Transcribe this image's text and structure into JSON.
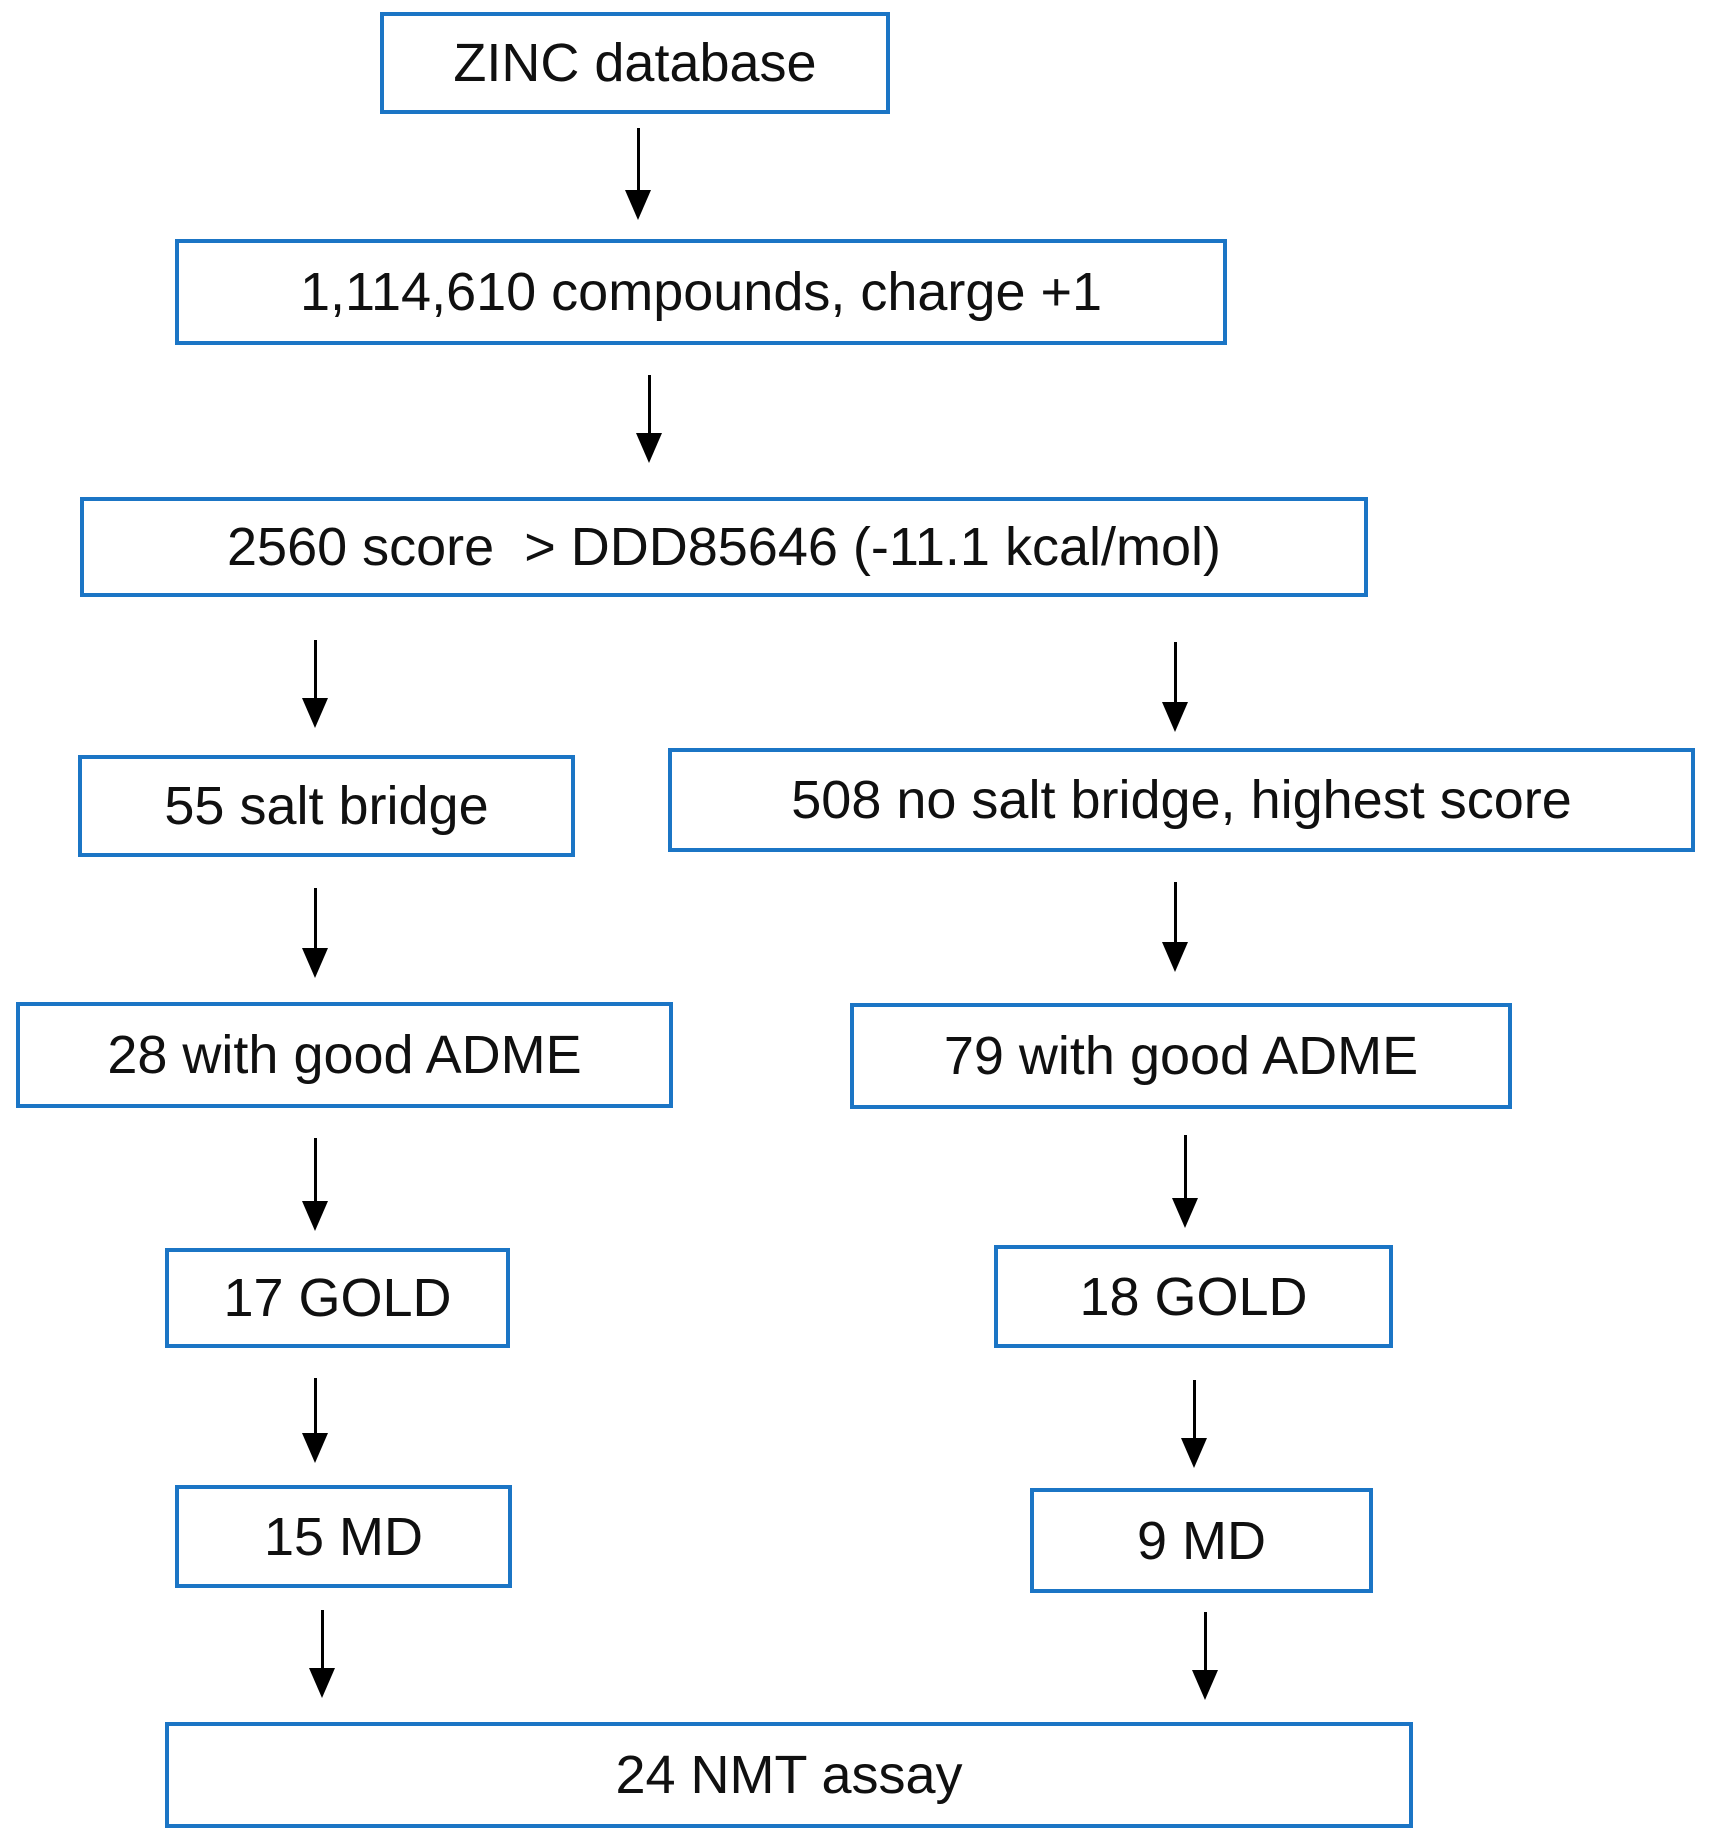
{
  "diagram": {
    "type": "flowchart",
    "title": "Virtual screening funnel ending in NMT assay",
    "accent_color": "#1b75c5",
    "text_color": "#101010",
    "arrow_color": "#000000",
    "nodes": {
      "zinc": {
        "label": "ZINC database"
      },
      "compounds": {
        "label": "1,114,610 compounds, charge +1"
      },
      "score": {
        "label": "2560 score  > DDD85646 (-11.1 kcal/mol)"
      },
      "salt_bridge": {
        "label": "55 salt bridge"
      },
      "no_salt_bridge": {
        "label": "508 no salt bridge, highest score"
      },
      "adme_left": {
        "label": "28 with good ADME"
      },
      "adme_right": {
        "label": "79 with good ADME"
      },
      "gold_left": {
        "label": "17 GOLD"
      },
      "gold_right": {
        "label": "18 GOLD"
      },
      "md_left": {
        "label": "15 MD"
      },
      "md_right": {
        "label": "9 MD"
      },
      "nmt": {
        "label": "24 NMT assay"
      }
    },
    "edges": [
      {
        "from": "zinc",
        "to": "compounds"
      },
      {
        "from": "compounds",
        "to": "score"
      },
      {
        "from": "score",
        "to": "salt_bridge"
      },
      {
        "from": "score",
        "to": "no_salt_bridge"
      },
      {
        "from": "salt_bridge",
        "to": "adme_left"
      },
      {
        "from": "no_salt_bridge",
        "to": "adme_right"
      },
      {
        "from": "adme_left",
        "to": "gold_left"
      },
      {
        "from": "adme_right",
        "to": "gold_right"
      },
      {
        "from": "gold_left",
        "to": "md_left"
      },
      {
        "from": "gold_right",
        "to": "md_right"
      },
      {
        "from": "md_left",
        "to": "nmt"
      },
      {
        "from": "md_right",
        "to": "nmt"
      }
    ]
  }
}
